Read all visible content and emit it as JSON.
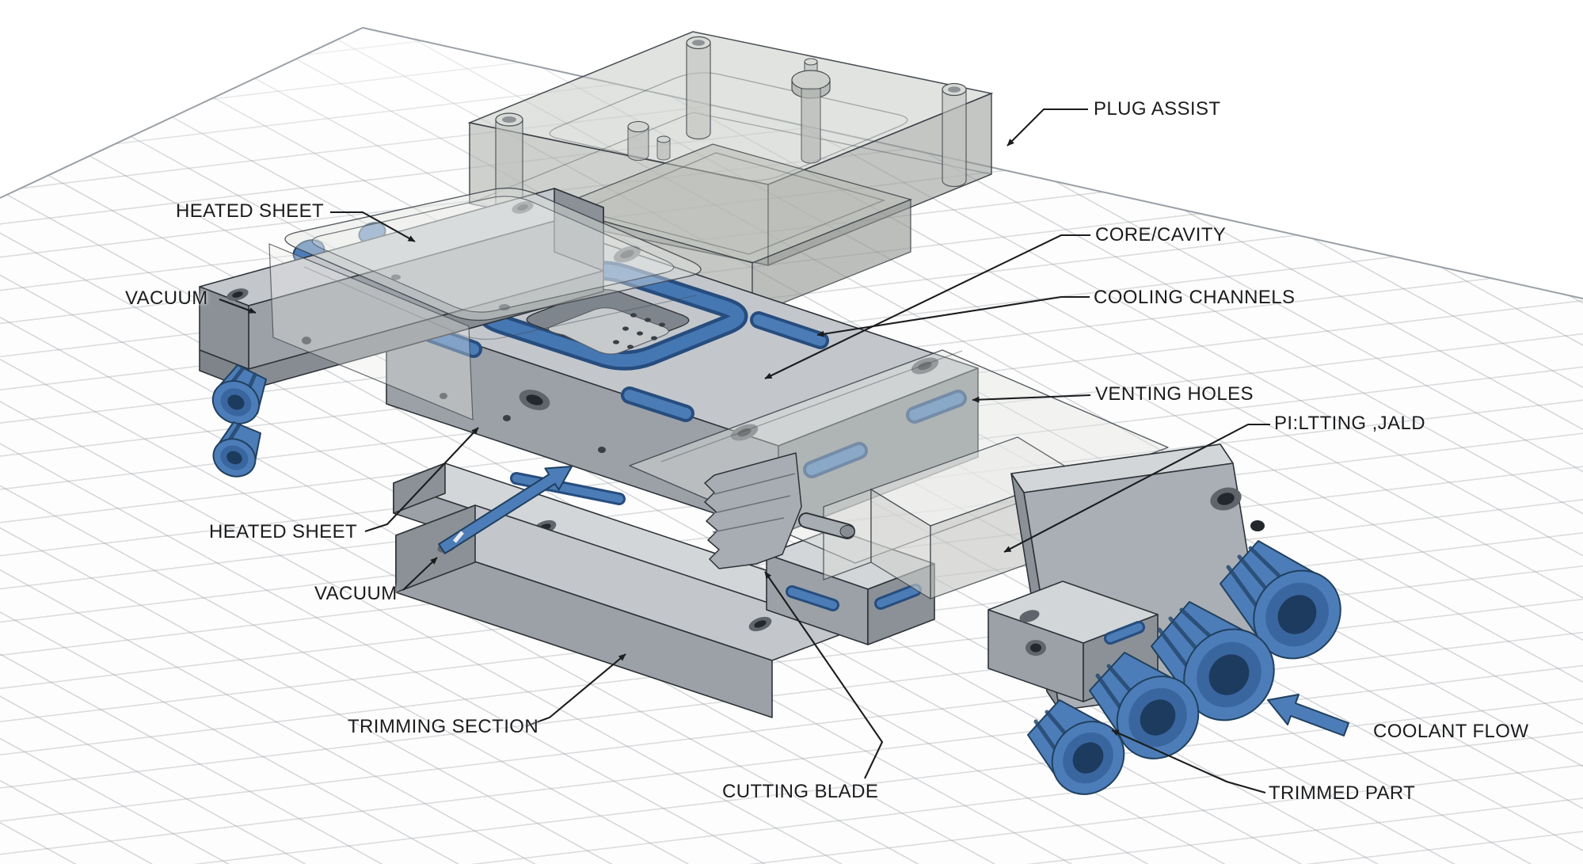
{
  "labels": {
    "plug_assist": "PLUG ASSIST",
    "heated_sheet_top": "HEATED SHEET",
    "vacuum_top": "VACUUM",
    "core_cavity": "CORE/CAVITY",
    "cooling_channels": "COOLING CHANNELS",
    "venting_holes": "VENTING HOLES",
    "parting_wall_garbled": "PI:LTTING ,JALD",
    "heated_sheet_bottom": "HEATED SHEET",
    "vacuum_bottom": "VACUUM",
    "trimming_section": "TRIMMING SECTION",
    "cutting_blade": "CUTTING BLADE",
    "coolant_flow": "COOLANT FLOW",
    "trimmed_part": "TRIMMED PART"
  },
  "colors": {
    "blue": "#4d7db8",
    "blue_dark": "#274d7e",
    "outline": "#2e3338",
    "label_text": "#1b1c1e",
    "grid_line": "#c9ccd1",
    "background": "#ffffff"
  }
}
